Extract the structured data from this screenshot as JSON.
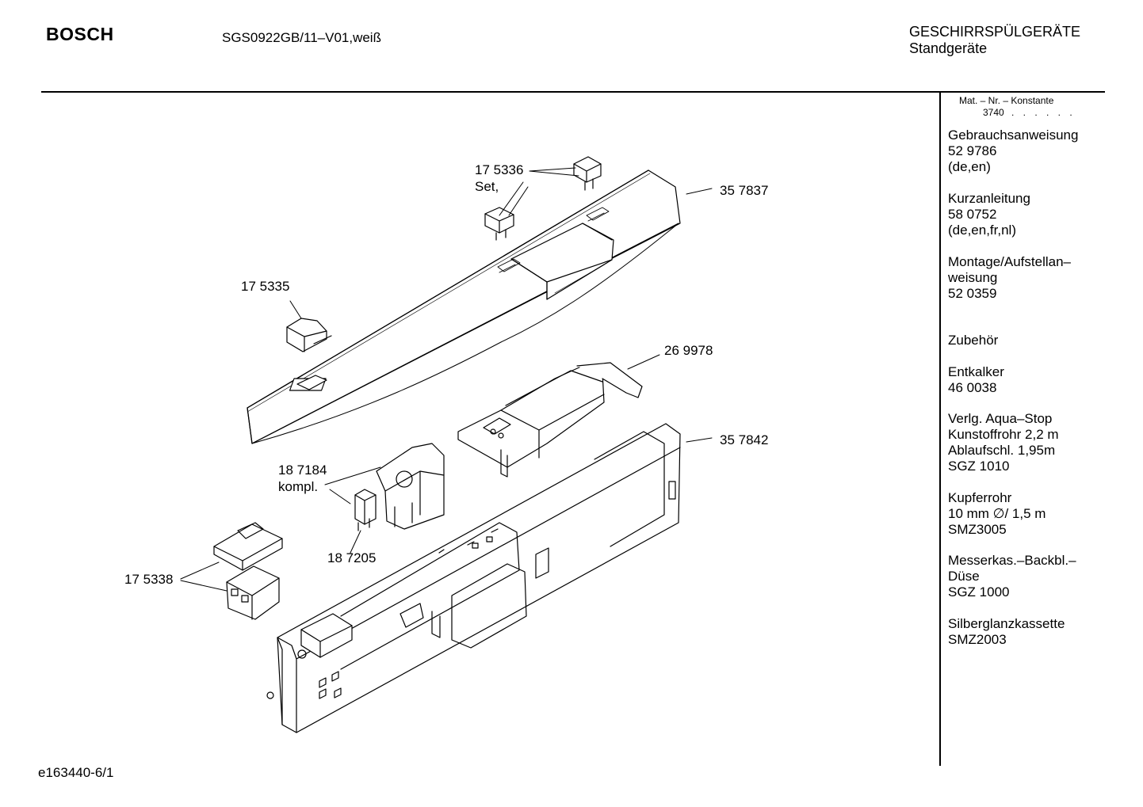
{
  "header": {
    "brand": "BOSCH",
    "model": "SGS0922GB/11–V01,weiß",
    "category_line1": "GESCHIRRSPÜLGERÄTE",
    "category_line2": "Standgeräte"
  },
  "sidebar": {
    "konstante_label": "Mat. – Nr. – Konstante",
    "konstante_value": "3740",
    "konstante_dots": ". . . . . .",
    "blocks": [
      {
        "lines": [
          "Gebrauchsanweisung",
          "52 9786",
          "(de,en)"
        ]
      },
      {
        "lines": [
          "Kurzanleitung",
          "58 0752",
          "(de,en,fr,nl)"
        ]
      },
      {
        "lines": [
          "Montage/Aufstellan–",
          "weisung",
          "52 0359"
        ]
      },
      {
        "lines": [
          "Zubehör"
        ]
      },
      {
        "lines": [
          "Entkalker",
          "46 0038"
        ]
      },
      {
        "lines": [
          "Verlg. Aqua–Stop",
          "Kunstoffrohr 2,2 m",
          "Ablaufschl. 1,95m",
          "SGZ 1010"
        ]
      },
      {
        "lines": [
          "Kupferrohr",
          "10 mm ∅/ 1,5 m",
          "SMZ3005"
        ]
      },
      {
        "lines": [
          "Messerkas.–Backbl.–",
          "Düse",
          "SGZ 1000"
        ]
      },
      {
        "lines": [
          "Silberglanzkassette",
          "SMZ2003"
        ]
      }
    ]
  },
  "callouts": {
    "c175336": "17 5336",
    "c175336_set": "Set,",
    "c357837": "35 7837",
    "c175335": "17 5335",
    "c269978": "26 9978",
    "c357842": "35 7842",
    "c187184": "18 7184",
    "c187184_kompl": "kompl.",
    "c187205": "18 7205",
    "c175338": "17 5338"
  },
  "footer": {
    "code": "e163440-6/1"
  }
}
